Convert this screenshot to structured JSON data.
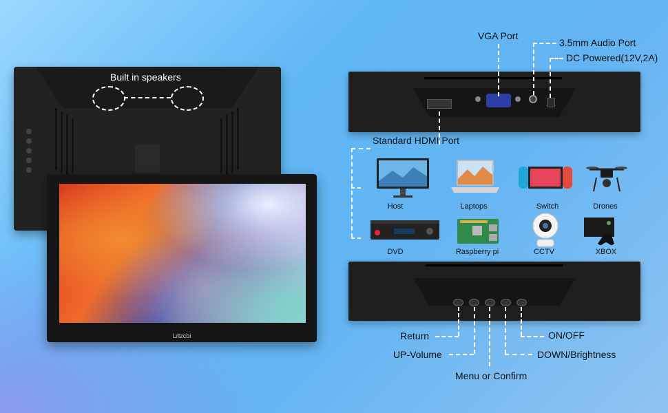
{
  "speakers_label": "Built in speakers",
  "brand": "Lrtzcbi",
  "ports": {
    "vga": "VGA Port",
    "audio": "3.5mm Audio Port",
    "dc": "DC Powered(12V,2A)",
    "hdmi": "Standard HDMI Port"
  },
  "devices": [
    {
      "label": "Host",
      "icon": "monitor-icon"
    },
    {
      "label": "Laptops",
      "icon": "laptop-icon"
    },
    {
      "label": "Switch",
      "icon": "switch-console-icon"
    },
    {
      "label": "Drones",
      "icon": "drone-icon"
    },
    {
      "label": "DVD",
      "icon": "dvd-player-icon"
    },
    {
      "label": "Raspberry pi",
      "icon": "raspberry-pi-icon"
    },
    {
      "label": "CCTV",
      "icon": "cctv-camera-icon"
    },
    {
      "label": "XBOX",
      "icon": "xbox-icon"
    }
  ],
  "buttons": {
    "return": "Return",
    "up_volume": "UP-Volume",
    "menu": "Menu or Confirm",
    "down": "DOWN/Brightness",
    "power": "ON/OFF"
  }
}
